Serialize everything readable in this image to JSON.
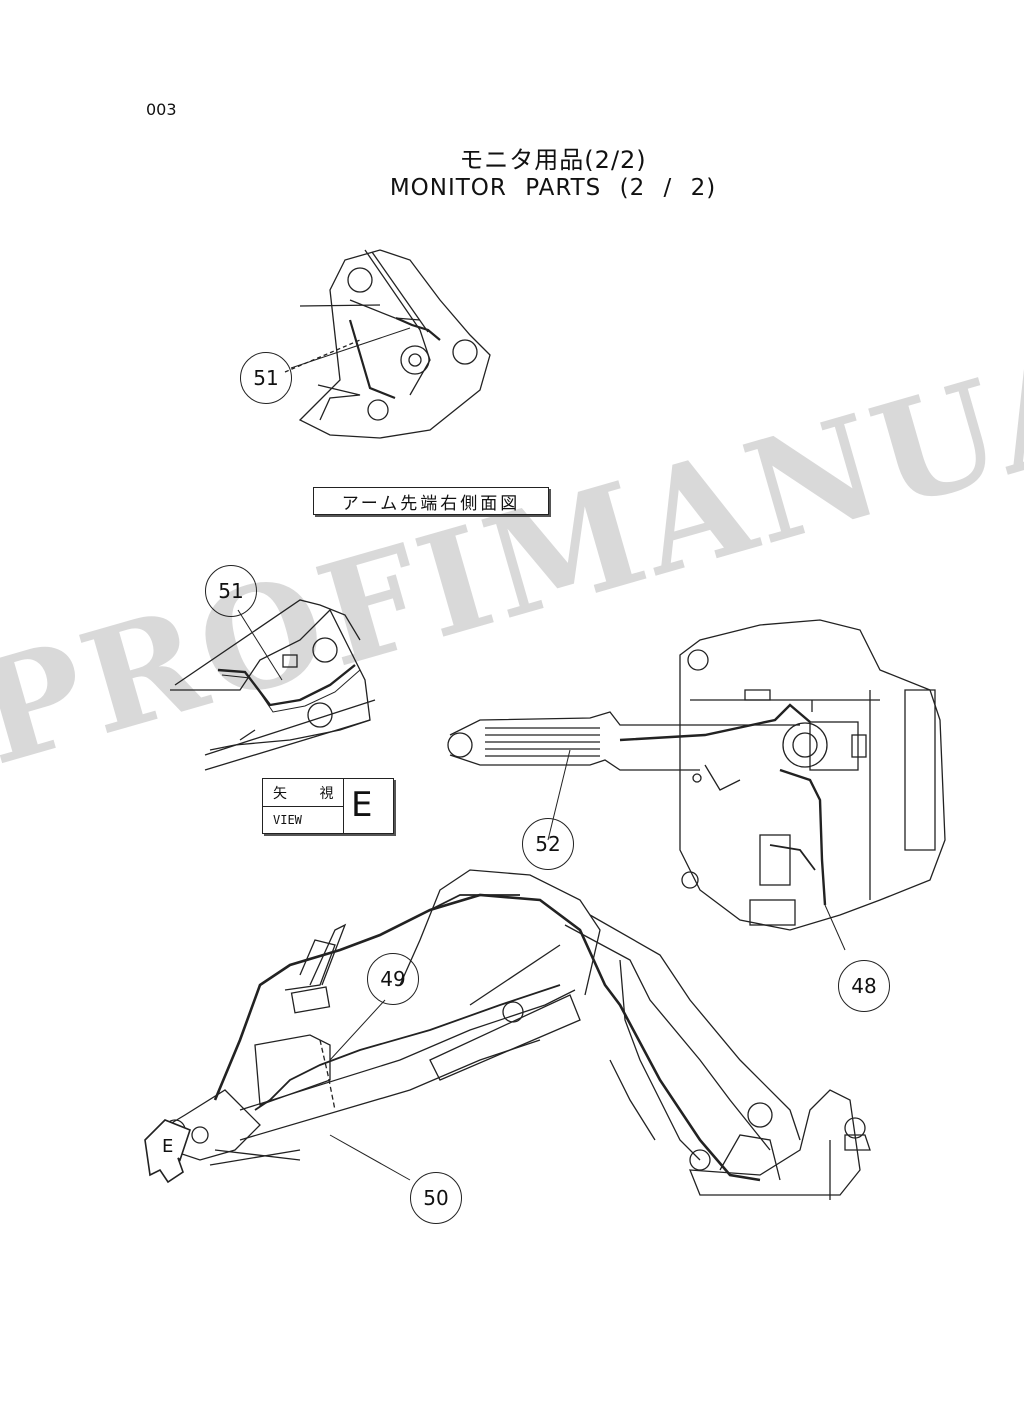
{
  "page_number": "003",
  "title_japanese": "モニタ用品(2/2)",
  "title_english": "MONITOR   PARTS (2 / 2)",
  "view_caption": "アーム先端右側面図",
  "view_box": {
    "japanese": "矢 視",
    "english": "VIEW",
    "letter": "E"
  },
  "arrow_label": "E",
  "callouts": {
    "top_51": "51",
    "mid_51": "51",
    "c52": "52",
    "c48": "48",
    "c49": "49",
    "c50": "50"
  },
  "watermark": "PROFIMANUAL"
}
